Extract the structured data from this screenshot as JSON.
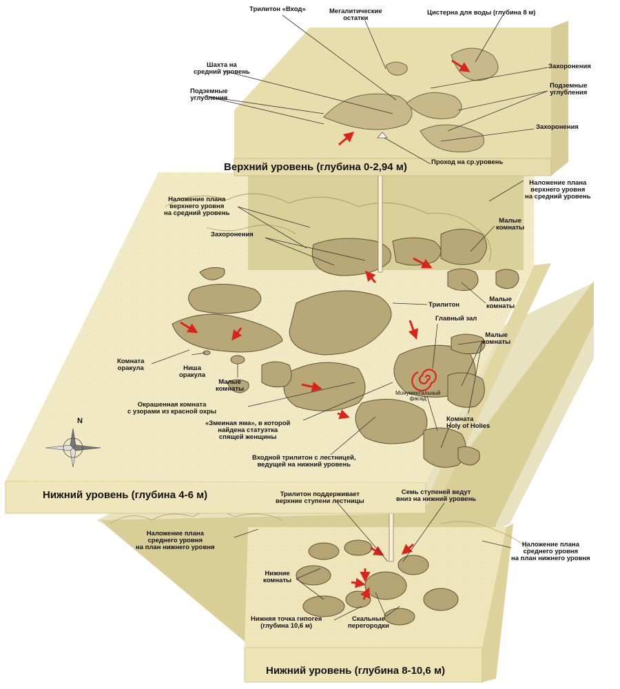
{
  "colors": {
    "slab_top": "#f3ebc6",
    "slab_side": "#e4d9a6",
    "slab_front": "#efe6bb",
    "upper_slab": "#e6dcaa",
    "shadow": "#d9cf98",
    "chamber": "#b8a777",
    "chamber_dark": "#6f6240",
    "arrow": "#d9241c",
    "leader": "#333333"
  },
  "levels": {
    "upper": "Верхний уровень (глубина 0-2,94 м)",
    "middle": "Нижний уровень (глубина 4-6 м)",
    "lower": "Нижний уровень (глубина 8-10,6 м)"
  },
  "labels": {
    "trilithon_entrance": "Трилитон «Вход»",
    "megalithic_remains": "Мегалитические\nостатки",
    "water_cistern": "Цистерна для воды (глубина 8 м)",
    "shaft_middle": "Шахта на\nсредний уровень",
    "underground_hollows_l": "Подземные\nуглубления",
    "burials_1": "Захоронения",
    "underground_hollows_r": "Подземные\nуглубления",
    "burials_2": "Захоронения",
    "passage_middle": "Проход на ср.уровень",
    "overlay_upper_right": "Наложение плана\nверхнего уровня\nна средний уровень",
    "overlay_upper_left": "Наложение плана\nверхнего уровня\nна средний уровень",
    "burials_mid": "Захоронения",
    "small_rooms_1": "Малые\nкомнаты",
    "small_rooms_2": "Малые\nкомнаты",
    "trilithon": "Трилитон",
    "main_hall": "Главный зал",
    "small_rooms_3": "Малые\nкомнаты",
    "oracle_room": "Комната\nоракула",
    "oracle_niche": "Ниша\nоракула",
    "small_rooms_4": "Малые\nкомнаты",
    "monumental_facade": "Монументальный\nфасад",
    "painted_room": "Окрашенная комната\nс узорами из красной охры",
    "snake_pit": "«Змеиная яма», в которой\nнайдена статуэтка\nспящей женщины",
    "holy_of_holies": "Комната\nHoly of Holies",
    "entrance_trilithon_stairs": "Входной трилитон с лестницей,\nведущей на нижний уровень",
    "trilithon_supports": "Трилитон поддерживает\nверхние ступени лестницы",
    "seven_steps": "Семь ступеней ведут\nвниз на нижний уровень",
    "overlay_mid_left": "Наложение плана\nсреднего уровня\nна план нижнего уровня",
    "overlay_mid_right": "Наложение плана\nсреднего уровня\nна план нижнего уровня",
    "lower_rooms": "Нижние\nкомнаты",
    "lowest_point": "Нижняя точка гипогея\n(глубина 10,6 м)",
    "rock_partitions": "Скальные\nперегородки",
    "compass_n": "N"
  }
}
